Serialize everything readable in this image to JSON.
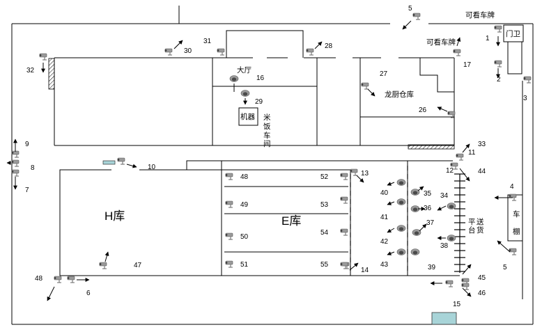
{
  "rooms": {
    "H_warehouse": "H库",
    "E_warehouse": "E库",
    "lobby": "大厅",
    "machine": "机器",
    "rice_workshop": [
      "米",
      "饭",
      "车",
      "间"
    ],
    "longchu_warehouse": "龙厨仓库",
    "guard_room": "门卫",
    "shed": [
      "车",
      "棚"
    ],
    "platform": [
      "平",
      "送",
      "台",
      "货"
    ]
  },
  "plate_labels": [
    "可看车牌",
    "可看车牌"
  ],
  "camera_numbers": [
    "1",
    "2",
    "3",
    "4",
    "5",
    "5",
    "6",
    "7",
    "8",
    "9",
    "10",
    "11",
    "12",
    "13",
    "14",
    "15",
    "16",
    "17",
    "26",
    "27",
    "28",
    "29",
    "30",
    "31",
    "32",
    "33",
    "34",
    "35",
    "36",
    "37",
    "38",
    "39",
    "40",
    "41",
    "42",
    "43",
    "44",
    "45",
    "46",
    "47",
    "48",
    "48",
    "49",
    "50",
    "51",
    "52",
    "53",
    "54",
    "55"
  ],
  "colors": {
    "line": "#000000",
    "camera": "#9a9a9a",
    "camera_lens": "#3a3a3a",
    "door_box": "#a8d4d8"
  }
}
